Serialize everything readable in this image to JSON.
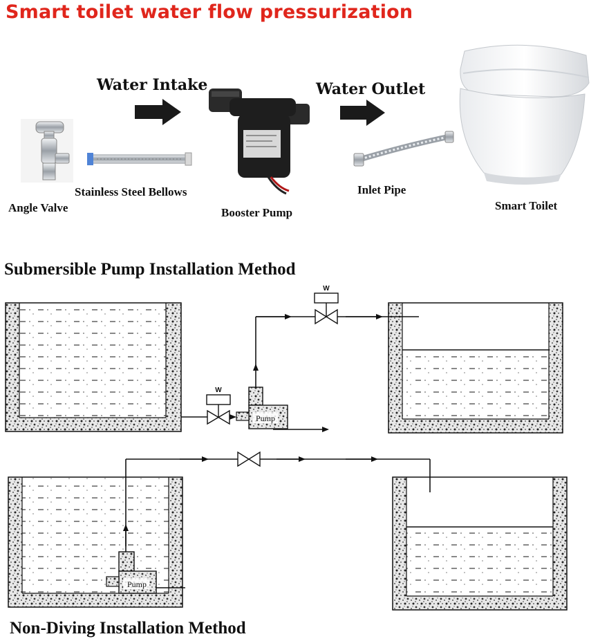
{
  "title": "Smart toilet water flow pressurization",
  "flow": {
    "intake_label": "Water Intake",
    "outlet_label": "Water Outlet"
  },
  "parts": {
    "angle_valve": "Angle Valve",
    "bellows": "Stainless Steel Bellows",
    "booster_pump": "Booster Pump",
    "inlet_pipe": "Inlet Pipe",
    "smart_toilet": "Smart Toilet"
  },
  "diagram": {
    "submersible_title": "Submersible Pump Installation Method",
    "non_diving_title": "Non-Diving Installation Method",
    "pump_label": "Pump",
    "valve_marker": "W"
  },
  "colors": {
    "title_red": "#e0261c",
    "line": "#111111",
    "pump_body": "#1e1e1e",
    "chrome": "#b9bec4"
  },
  "icons": [
    "arrow-right-icon",
    "angle-valve-icon",
    "bellows-hose-icon",
    "booster-pump-icon",
    "inlet-pipe-icon",
    "smart-toilet-icon",
    "solenoid-valve-icon",
    "gate-valve-icon",
    "tank-icon",
    "pump-box-icon"
  ]
}
